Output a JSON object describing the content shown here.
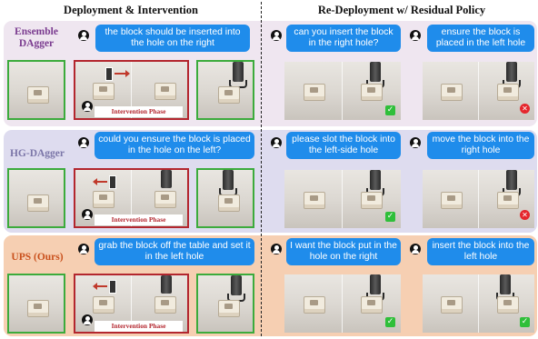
{
  "headers": {
    "left": "Deployment & Intervention",
    "right": "Re-Deployment w/ Residual Policy"
  },
  "rows": [
    {
      "method": "Ensemble DAgger",
      "method_color": "#7a3b8f",
      "band_color": "#efe6f0",
      "deploy_instruction": "the block should be inserted into the hole on the right",
      "intervention_label": "Intervention Phase",
      "redeploy": [
        {
          "instruction": "can you insert the block in the right hole?",
          "outcome": "success"
        },
        {
          "instruction": "ensure the block is placed in the left hole",
          "outcome": "failure"
        }
      ]
    },
    {
      "method": "HG-DAgger",
      "method_color": "#7b76a8",
      "band_color": "#dedcef",
      "deploy_instruction": "could you ensure the block is placed in the hole on the left?",
      "intervention_label": "Intervention Phase",
      "redeploy": [
        {
          "instruction": "please slot the block into the left-side hole",
          "outcome": "success"
        },
        {
          "instruction": "move the block into the right hole",
          "outcome": "failure"
        }
      ]
    },
    {
      "method": "UPS (Ours)",
      "method_color": "#c9501c",
      "band_color": "#f6cfb2",
      "deploy_instruction": "grab the block off the table and set it in the left hole",
      "intervention_label": "Intervention Phase",
      "redeploy": [
        {
          "instruction": "I want the block put in the hole on the right",
          "outcome": "success"
        },
        {
          "instruction": "insert the block into the left hole",
          "outcome": "success"
        }
      ]
    }
  ],
  "colors": {
    "success_frame": "#3cab3c",
    "intervention_frame": "#b3262e",
    "bubble": "#1f8ceb",
    "success_icon": "#2fbf3a",
    "failure_icon": "#e5262d"
  },
  "icons": {
    "speaker": "person-icon",
    "success": "check-icon",
    "failure": "x-icon"
  }
}
